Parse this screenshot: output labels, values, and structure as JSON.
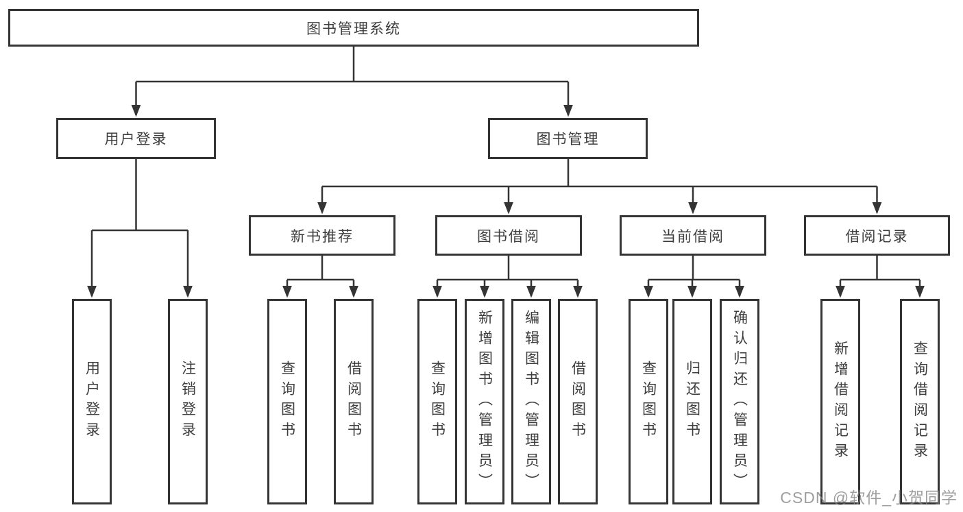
{
  "diagram": {
    "title": "图书管理系统",
    "branches": {
      "userLogin": {
        "label": "用户登录",
        "children": [
          "用户登录",
          "注销登录"
        ]
      },
      "bookManagement": {
        "label": "图书管理",
        "sections": {
          "newBooks": {
            "label": "新书推荐",
            "children": [
              "查询图书",
              "借阅图书"
            ]
          },
          "bookBorrow": {
            "label": "图书借阅",
            "children": [
              "查询图书",
              "新增图书（管理员）",
              "编辑图书（管理员）",
              "借阅图书"
            ]
          },
          "currentBorrow": {
            "label": "当前借阅",
            "children": [
              "查询图书",
              "归还图书",
              "确认归还（管理员）"
            ]
          },
          "borrowRecords": {
            "label": "借阅记录",
            "children": [
              "新增借阅记录",
              "查询借阅记录"
            ]
          }
        }
      }
    }
  },
  "watermark": "CSDN @软件_小贺同学",
  "colors": {
    "line": "#343434",
    "text": "#3d3d3d",
    "watermark": "#7d7d7d",
    "background": "#ffffff"
  }
}
